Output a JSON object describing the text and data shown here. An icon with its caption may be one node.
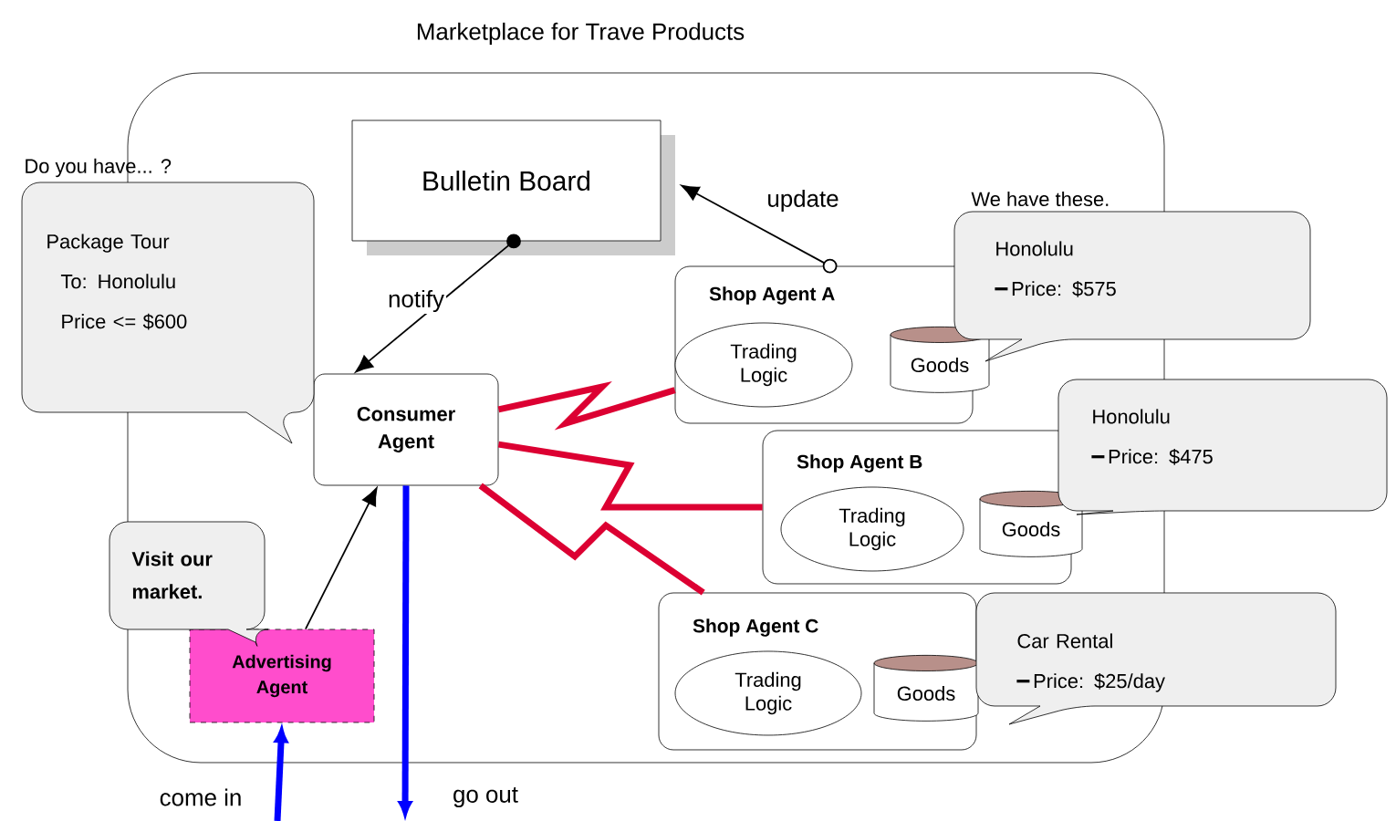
{
  "diagram": {
    "nodes": [
      {
        "text": [
          "Marketplace for Trave Products"
        ]
      },
      {
        "text": [
          "Bulletin Board"
        ],
        "in": 0
      },
      {
        "text": [
          "Consumer Agent"
        ],
        "in": 0
      },
      {
        "text": [
          "Advertising Agent"
        ],
        "in": 0
      },
      {
        "text": [
          "Shop Agent A"
        ],
        "in": 0
      },
      {
        "text": [
          "Trading Logic"
        ],
        "in": 4
      },
      {
        "text": [
          "Goods"
        ],
        "in": 4
      },
      {
        "text": [
          "Shop Agent B"
        ],
        "in": 0
      },
      {
        "text": [
          "Trading Logic"
        ],
        "in": 7
      },
      {
        "text": [
          "Goods"
        ],
        "in": 7
      },
      {
        "text": [
          "Shop Agent C"
        ],
        "in": 0
      },
      {
        "text": [
          "Trading Logic"
        ],
        "in": 10
      },
      {
        "text": [
          "Goods"
        ],
        "in": 10
      },
      {
        "text": [
          "Package Tour",
          "To: Honolulu",
          "Price <= $600"
        ],
        "beside": [
          "Do you have... ?"
        ]
      },
      {
        "text": [
          "Visit our market."
        ]
      },
      {
        "text": [
          "Honolulu",
          "Price: $575"
        ],
        "beside": [
          "We have these."
        ]
      },
      {
        "text": [
          "Honolulu",
          "Price: $475"
        ]
      },
      {
        "text": [
          "Car Rental",
          "Price: $25/day"
        ]
      }
    ],
    "edges": [
      {
        "from": 1,
        "to": 2,
        "arrow": "to",
        "label": "notify"
      },
      {
        "from": 4,
        "to": 1,
        "arrow": "to",
        "label": "update"
      },
      {
        "from": 3,
        "to": 2,
        "arrow": "to"
      },
      {
        "from": 2,
        "to": 4,
        "arrow": "none",
        "color": "#dc0032"
      },
      {
        "from": 2,
        "to": 7,
        "arrow": "none",
        "color": "#dc0032"
      },
      {
        "from": 2,
        "to": 10,
        "arrow": "none",
        "color": "#dc0032"
      },
      {
        "from": null,
        "to": 3,
        "arrow": "to",
        "label": "come in",
        "color": "#0000ff"
      },
      {
        "from": 2,
        "to": null,
        "arrow": "to",
        "label": "go out",
        "color": "#0000ff"
      }
    ]
  }
}
